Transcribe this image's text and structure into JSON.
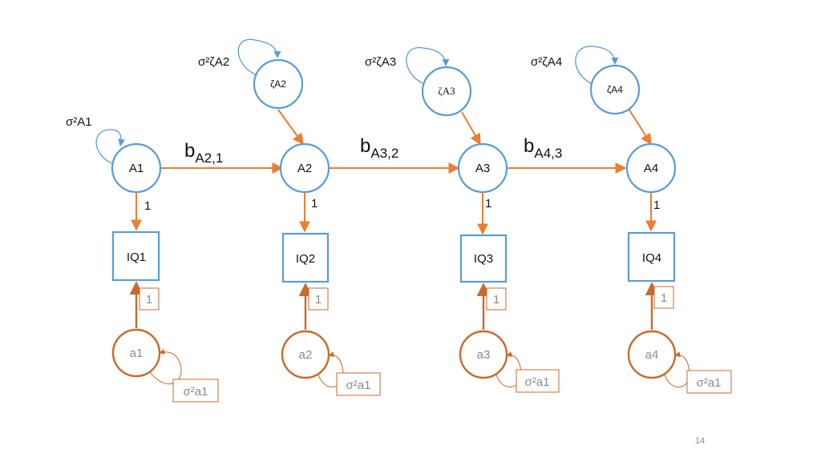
{
  "colors": {
    "blue": "#5b9bd5",
    "orange": "#c96a2a",
    "arrow_orange": "#ed7d31",
    "text": "#111111",
    "grey_text": "#8a8a8a"
  },
  "latent_nodes": [
    {
      "id": "A1",
      "label": "A1"
    },
    {
      "id": "A2",
      "label": "A2"
    },
    {
      "id": "A3",
      "label": "A3"
    },
    {
      "id": "A4",
      "label": "A4"
    }
  ],
  "disturbance_nodes": [
    {
      "id": "zA2",
      "label": "ζA2",
      "variance_label": "σ²ζA2"
    },
    {
      "id": "zA3",
      "label": "ζA3",
      "variance_label": "σ²ζA3"
    },
    {
      "id": "zA4",
      "label": "ζA4",
      "variance_label": "σ²ζA4"
    }
  ],
  "a1_variance_label": "σ²A1",
  "observed_nodes": [
    {
      "id": "IQ1",
      "label": "IQ1"
    },
    {
      "id": "IQ2",
      "label": "IQ2"
    },
    {
      "id": "IQ3",
      "label": "IQ3"
    },
    {
      "id": "IQ4",
      "label": "IQ4"
    }
  ],
  "error_nodes": [
    {
      "id": "a1",
      "label": "a1",
      "variance_label": "σ²a1"
    },
    {
      "id": "a2",
      "label": "a2",
      "variance_label": "σ²a1"
    },
    {
      "id": "a3",
      "label": "a3",
      "variance_label": "σ²a1"
    },
    {
      "id": "a4",
      "label": "a4",
      "variance_label": "σ²a1"
    }
  ],
  "paths": [
    {
      "main": "b",
      "sub": "A2,1"
    },
    {
      "main": "b",
      "sub": "A3,2"
    },
    {
      "main": "b",
      "sub": "A4,3"
    }
  ],
  "loading_labels": [
    "1",
    "1",
    "1",
    "1"
  ],
  "error_loading_labels": [
    "1",
    "1",
    "1",
    "1"
  ],
  "page_number": "14"
}
